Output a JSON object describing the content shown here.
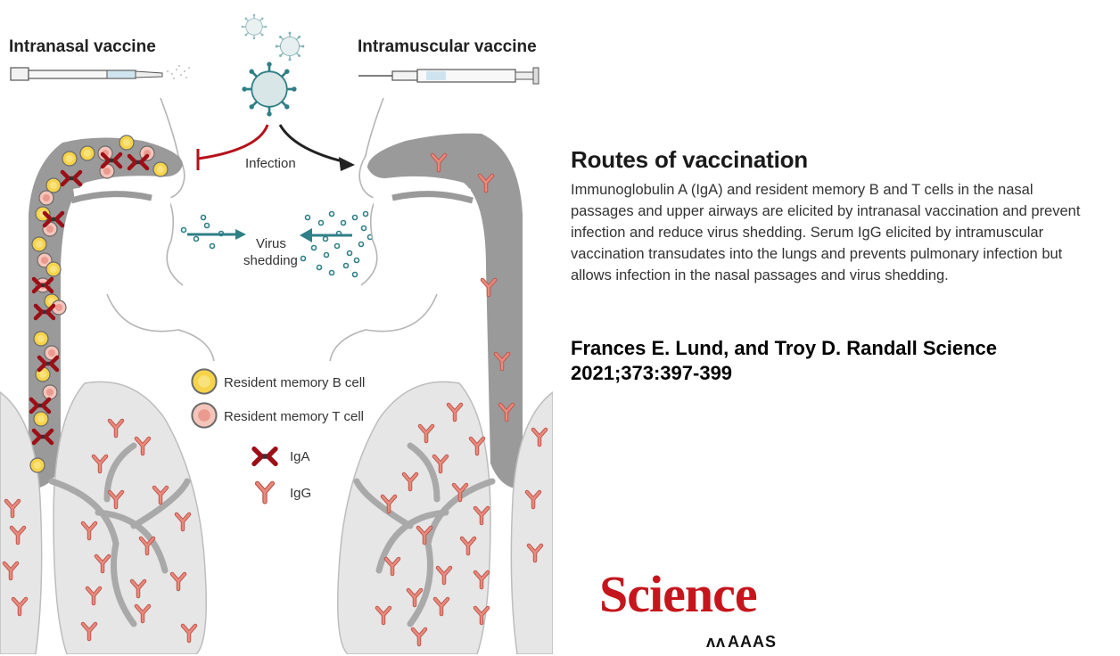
{
  "figure": {
    "left_title": "Intranasal vaccine",
    "right_title": "Intramuscular vaccine",
    "infection_label": "Infection",
    "shedding_line1": "Virus",
    "shedding_line2": "shedding",
    "legend": {
      "b_cell": "Resident memory B cell",
      "t_cell": "Resident memory T cell",
      "iga": "IgA",
      "igg": "IgG"
    }
  },
  "panel": {
    "title": "Routes of vaccination",
    "description": "Immunoglobulin A (IgA) and resident memory B and T cells in the nasal passages and upper airways are elicited by intranasal vaccination and prevent infection and reduce virus shedding. Serum IgG elicited by intramuscular vaccination transudates into the lungs and prevents pulmonary infection but allows infection in the nasal passages and virus shedding."
  },
  "citation": "Frances E. Lund, and Troy D. Randall Science 2021;373:397-399",
  "logo": {
    "word": "Science",
    "aaas": "AAAS",
    "aaas_mark": "ᴧᴧ"
  },
  "colors": {
    "tissue_gray": "#9a9a9a",
    "lung_light": "#e6e6e6",
    "iga_red": "#b5121b",
    "igg_salmon": "#e07a6e",
    "b_cell_yellow": "#f6d44a",
    "t_cell_pink": "#f3b2a7",
    "virus_teal": "#2f7f86",
    "arrow_red": "#b5121b",
    "logo_red": "#c4161c"
  }
}
